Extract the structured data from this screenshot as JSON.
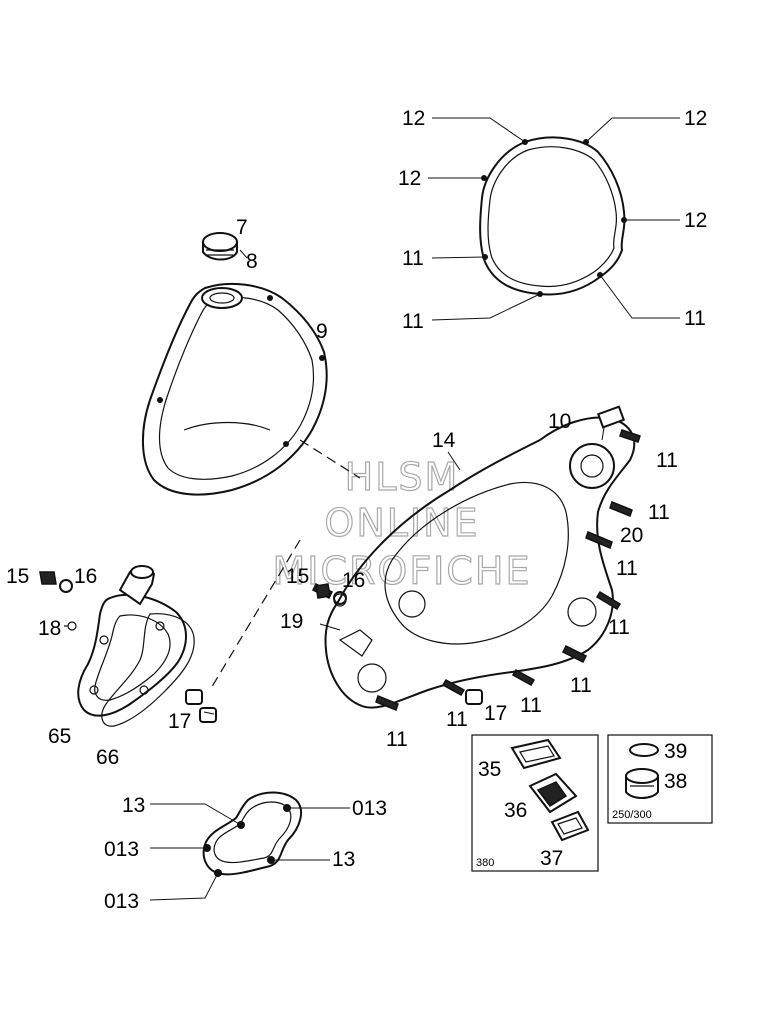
{
  "watermark": {
    "line1": "HLSM",
    "line2": "ONLINE",
    "line3": "MICROFICHE"
  },
  "callouts": {
    "c7": "7",
    "c8": "8",
    "c9": "9",
    "c10": "10",
    "c14": "14",
    "g12a": "12",
    "g12b": "12",
    "g12c": "12",
    "g12d": "12",
    "g11a": "11",
    "g11b": "11",
    "g11c": "11",
    "b11a": "11",
    "b11b": "11",
    "b11c": "11",
    "b11d": "11",
    "b11e": "11",
    "b11f": "11",
    "b11g": "11",
    "b11h": "11",
    "c20": "20",
    "l15": "15",
    "l16": "16",
    "l18": "18",
    "r15": "15",
    "r16": "16",
    "c19": "19",
    "l17": "17",
    "r17": "17",
    "c65": "65",
    "c66": "66",
    "w13a": "13",
    "w013a": "013",
    "w013b": "013",
    "w13b": "13",
    "w013c": "013",
    "c35": "35",
    "c36": "36",
    "c37": "37",
    "c38": "38",
    "c39": "39"
  },
  "insets": {
    "left_model": "380",
    "right_model": "250/300"
  }
}
